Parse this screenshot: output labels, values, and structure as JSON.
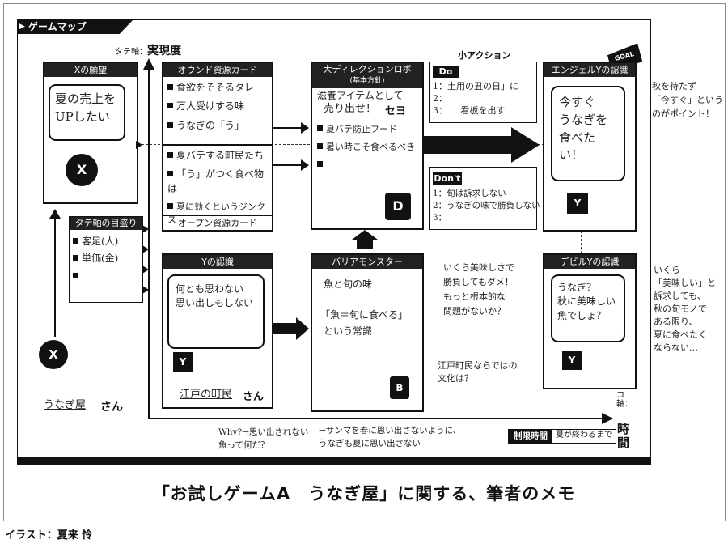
{
  "header": "ゲームマップ",
  "axis": {
    "vertical_prefix": "タテ軸：",
    "vertical_label": "実現度",
    "horizontal_prefix": "ヨコ軸：",
    "horizontal_label": "時間"
  },
  "goal": "GOAL",
  "x_wish": {
    "title": "Xの願望",
    "text": "夏の売上を\nUPしたい",
    "icon": "X"
  },
  "axis_scale": {
    "title": "タテ軸の目盛り",
    "items": [
      "客足(人)",
      "単価(金)",
      ""
    ]
  },
  "owned": {
    "title": "オウンド資源カード",
    "items": [
      "食欲をそそるタレ",
      "万人受けする味",
      "うなぎの「う」"
    ]
  },
  "open_items": [
    "夏バテする町民たち",
    "「う」がつく食べ物は",
    "夏に効くというジンクス"
  ],
  "open_title": "オープン資源カード",
  "robo": {
    "title": "大ディレクションロボ",
    "subtitle": "(基本方針)",
    "line1": "滋養アイテムとして",
    "line2": "売り出せ！",
    "seyo": "セヨ",
    "items": [
      "夏バテ防止フード",
      "暑い時こそ食べるべき",
      ""
    ]
  },
  "small_action": "小アクション",
  "do_box": {
    "label": "Do",
    "lines": [
      "1：土用の丑の日」に",
      "2：",
      "3：　　看板を出す"
    ]
  },
  "dont_box": {
    "label": "Don't",
    "lines": [
      "1：旬は訴求しない",
      "2：うなぎの味で勝負しない",
      "3："
    ]
  },
  "angel": {
    "title": "エンジェルYの認識",
    "text": "今すぐ\nうなぎを\n食べたい！",
    "icon": "Y"
  },
  "angel_note": "秋を待たず\n「今すぐ」という\nのがポイント！",
  "y_recog": {
    "title": "Yの認識",
    "text": "何とも思わない\n思い出しもしない",
    "name": "江戸の町民",
    "suffix": "さん",
    "icon": "Y"
  },
  "barrier": {
    "title": "バリアモンスター",
    "line1": "魚と旬の味",
    "line2": "「魚＝旬に食べる」",
    "line3": "という常識",
    "icon": "B"
  },
  "barrier_note": "いくら美味しさで\n勝負してもダメ！\nもっと根本的な\n問題がないか？",
  "edo_note": "江戸町民ならではの\n文化は？",
  "devil": {
    "title": "デビルYの認識",
    "text": "うなぎ？\n秋に美味しい\n魚でしょ？",
    "icon": "Y"
  },
  "devil_note": "いくら\n「美味しい」と\n訴求しても、\n秋の旬モノで\nある限り、\n夏に食べたく\nならない…",
  "customer": {
    "name": "うなぎ屋",
    "suffix": "さん",
    "icon": "X"
  },
  "why_note": "Why?→思い出されない\n魚って何だ？",
  "sanma_note": "→サンマを春に思い出さないように、\nうなぎも夏に思い出さない",
  "time_limit": {
    "label": "制限時間",
    "value": "夏が終わるまで"
  },
  "caption": "「お試しゲームA　うなぎ屋」に関する、筆者のメモ",
  "credit": "イラスト：夏来 怜"
}
